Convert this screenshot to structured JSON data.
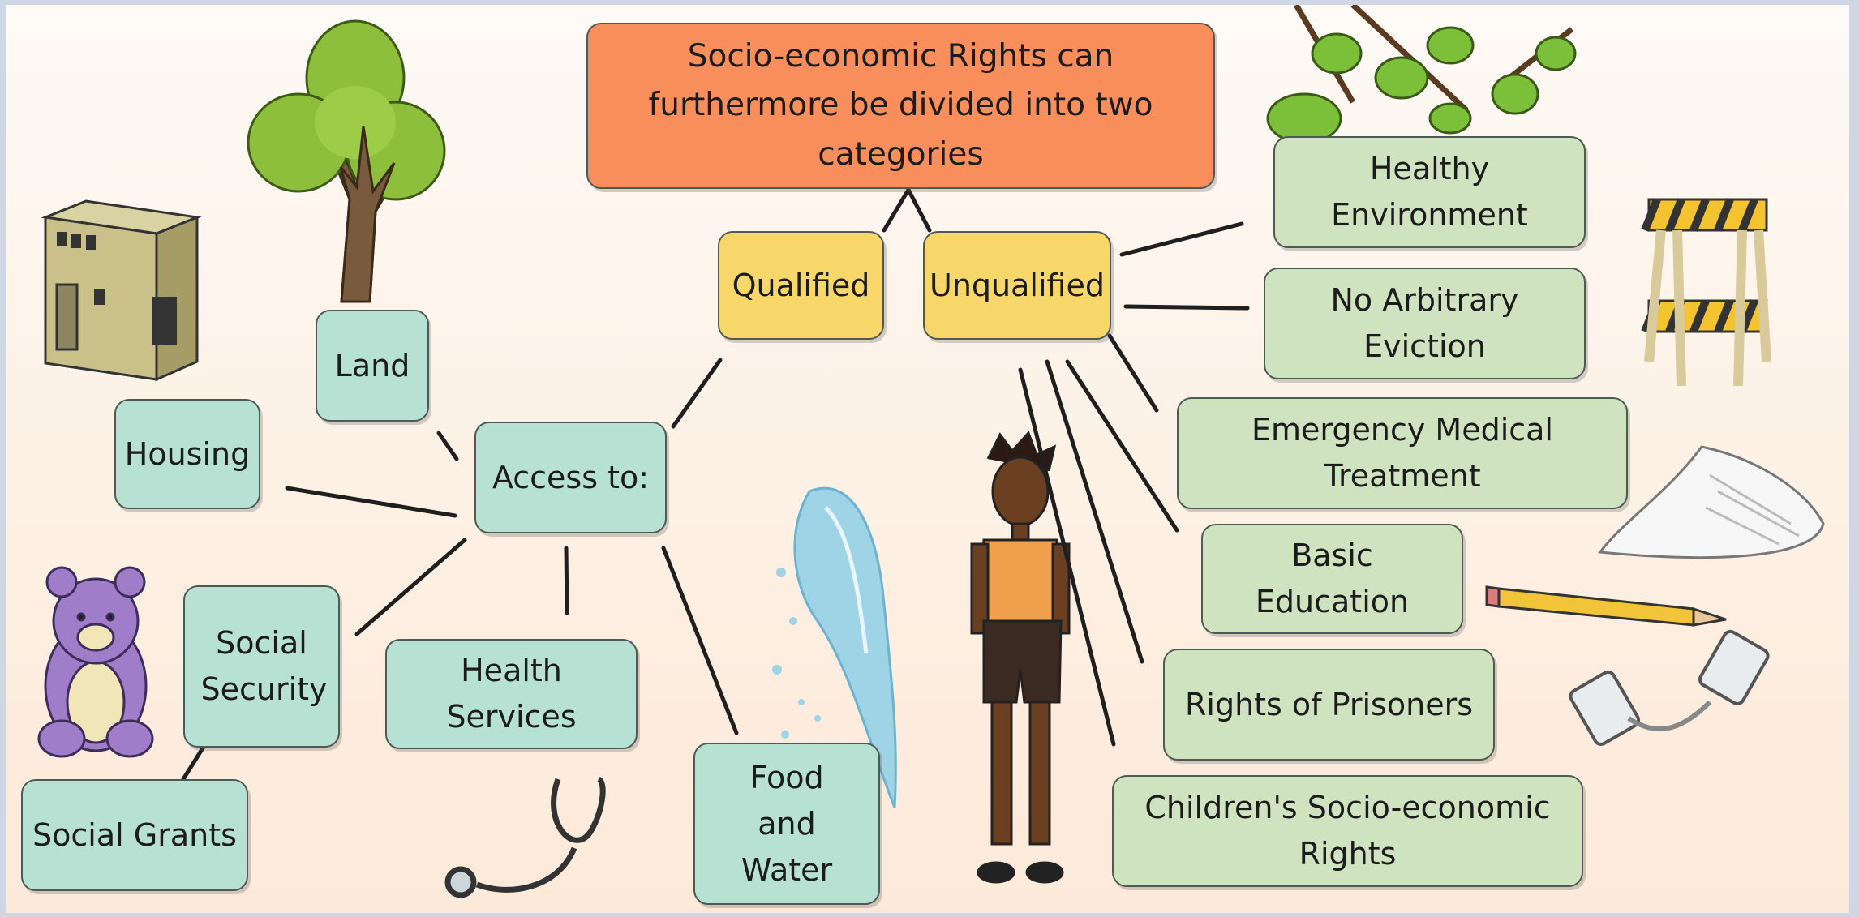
{
  "title": "Socio-economic Rights can furthermore be divided into two categories",
  "categories": {
    "qualified": "Qualified",
    "unqualified": "Unqualified"
  },
  "access": {
    "hub": "Access to:",
    "land": "Land",
    "housing": "Housing",
    "social_security": "Social Security",
    "social_grants": "Social Grants",
    "health_services": "Health Services",
    "food_and_water": "Food and Water"
  },
  "unqualified_items": {
    "healthy_environment": "Healthy Environment",
    "no_arbitrary_eviction": "No Arbitrary Eviction",
    "emergency_medical_treatment": "Emergency Medical Treatment",
    "basic_education": "Basic Education",
    "rights_of_prisoners": "Rights of Prisoners",
    "childrens_rights": "Children's Socio-economic Rights"
  },
  "colors": {
    "title_box": "#f98e5d",
    "category_box": "#f7d66a",
    "access_box": "#b7e1d2",
    "unqualified_box": "#cfe3c0"
  },
  "illustrations": [
    "tree-icon",
    "house-icon",
    "leaves-icon",
    "barrier-icon",
    "teddy-bear-icon",
    "water-splash-icon",
    "child-figure-icon",
    "stethoscope-icon",
    "paper-icon",
    "pencil-icon",
    "handcuffs-icon"
  ]
}
